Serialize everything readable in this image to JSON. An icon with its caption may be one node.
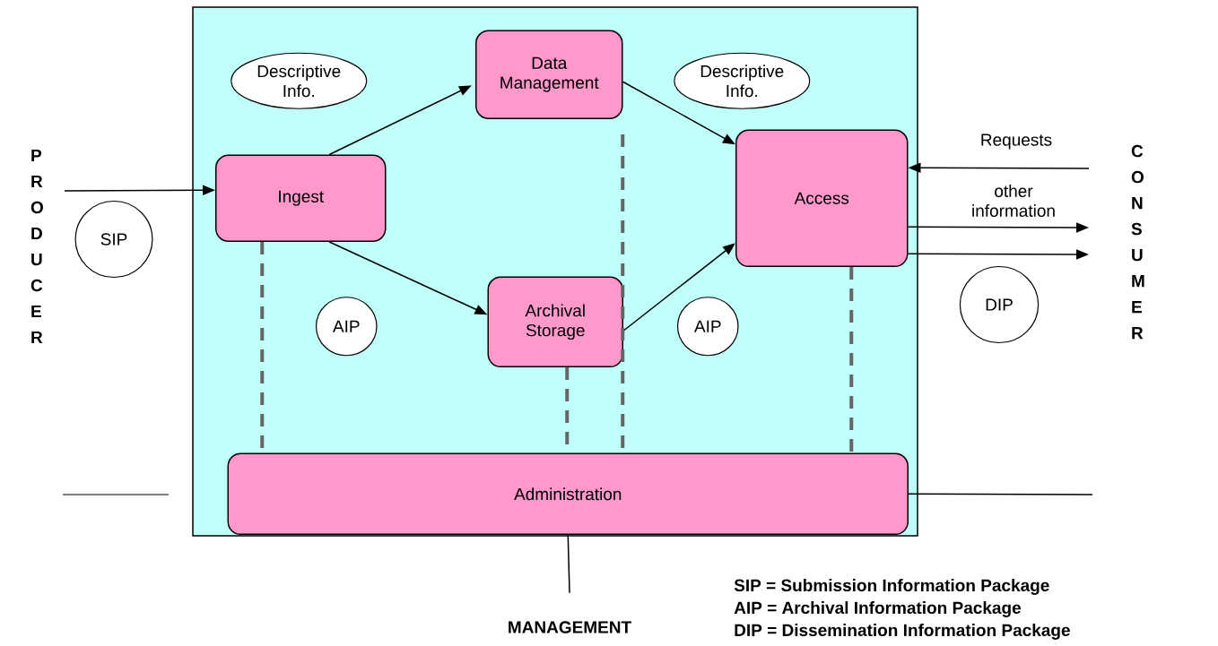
{
  "diagram": {
    "nodes": [
      {
        "text": [],
        "shape": "box"
      },
      {
        "text": [
          "Data Management"
        ],
        "in": 0
      },
      {
        "text": [
          "Descriptive Info."
        ],
        "in": 0
      },
      {
        "text": [
          "Descriptive Info."
        ],
        "in": 0
      },
      {
        "text": [
          "Ingest"
        ],
        "in": 0
      },
      {
        "text": [
          "Access"
        ],
        "in": 0
      },
      {
        "text": [
          "AIP"
        ],
        "in": 0
      },
      {
        "text": [
          "Archival Storage"
        ],
        "in": 0
      },
      {
        "text": [
          "AIP"
        ],
        "in": 0
      },
      {
        "text": [
          "Administration"
        ],
        "in": 0
      },
      {
        "text": [
          "PRODUCER"
        ]
      },
      {
        "text": [
          "SIP"
        ]
      },
      {
        "text": [
          "CONSUMER"
        ]
      },
      {
        "text": [
          "DIP"
        ]
      },
      {
        "text": [
          "MANAGEMENT"
        ]
      }
    ],
    "edges": [
      {
        "from": 4,
        "to": 1,
        "arrow": "to"
      },
      {
        "from": 4,
        "to": 7,
        "arrow": "to"
      },
      {
        "from": 1,
        "to": 5,
        "arrow": "to"
      },
      {
        "from": 7,
        "to": 5,
        "arrow": "to"
      },
      {
        "from": 10,
        "to": 4,
        "arrow": "to"
      },
      {
        "from": 12,
        "to": 5,
        "arrow": "to",
        "label": "Requests"
      },
      {
        "from": 5,
        "to": 12,
        "arrow": "to",
        "label": "other information"
      },
      {
        "from": 5,
        "to": 12,
        "arrow": "to"
      },
      {
        "from": 4,
        "to": 9,
        "arrow": "none",
        "style": "dashed",
        "color": "#666666"
      },
      {
        "from": 7,
        "to": 9,
        "arrow": "none",
        "style": "dashed",
        "color": "#666666"
      },
      {
        "from": 1,
        "to": 9,
        "arrow": "none",
        "style": "dashed",
        "color": "#666666"
      },
      {
        "from": 5,
        "to": 9,
        "arrow": "none",
        "style": "dashed",
        "color": "#666666"
      },
      {
        "from": 9,
        "to": 14,
        "arrow": "none"
      },
      {
        "from": 9,
        "to": null,
        "arrow": "none"
      }
    ],
    "labels": [
      "SIP  = Submission Information Package",
      "AIP =  Archival Information Package",
      "DIP =  Dissemination Information Package"
    ]
  }
}
